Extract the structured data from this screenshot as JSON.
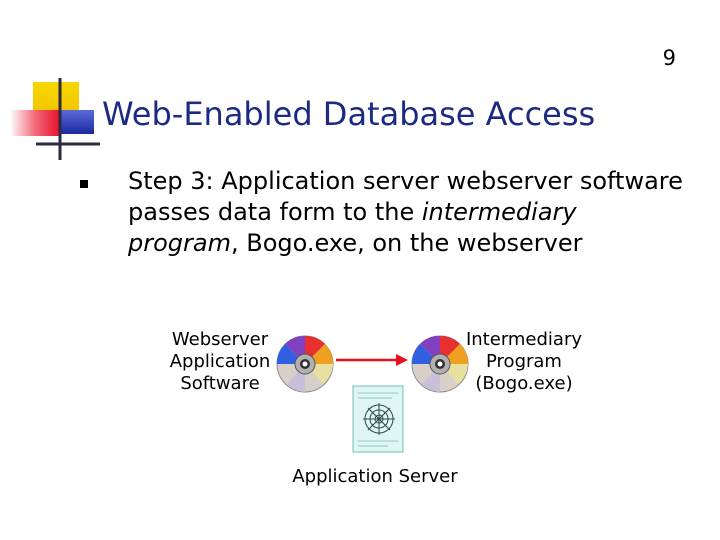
{
  "page_number": "9",
  "title": "Web-Enabled Database Access",
  "bullet": {
    "part1": "Step 3: Application server webserver software passes data form to the ",
    "emphasis": "intermediary program",
    "part2": ", Bogo.exe, on the webserver"
  },
  "diagram": {
    "webserver_label": [
      "Webserver",
      "Application",
      "Software"
    ],
    "intermediary_label": [
      "Intermediary",
      "Program",
      "(Bogo.exe)"
    ],
    "app_server_label": "Application Server",
    "icons": [
      "cd-disc-icon",
      "cd-disc-icon",
      "arrow-right-icon",
      "server-document-icon"
    ]
  },
  "colors": {
    "title": "#1c2a84",
    "arrow": "#e8101a",
    "logo_yellow": "#f5c400",
    "logo_red": "#e8102a",
    "logo_blue": "#1a2aa0"
  }
}
